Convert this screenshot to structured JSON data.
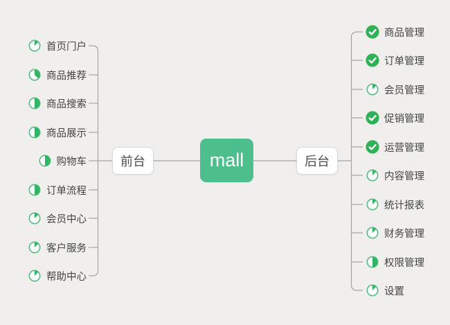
{
  "diagram_type": "mindmap",
  "root": {
    "label": "mall"
  },
  "branches": [
    {
      "id": "frontend",
      "label": "前台",
      "side": "left",
      "items": [
        {
          "label": "首页门户",
          "progress": "1/8"
        },
        {
          "label": "商品推荐",
          "progress": "3/8"
        },
        {
          "label": "商品搜索",
          "progress": "1/2"
        },
        {
          "label": "商品展示",
          "progress": "1/2"
        },
        {
          "label": "购物车",
          "progress": "1/2"
        },
        {
          "label": "订单流程",
          "progress": "1/2"
        },
        {
          "label": "会员中心",
          "progress": "1/8"
        },
        {
          "label": "客户服务",
          "progress": "1/8"
        },
        {
          "label": "帮助中心",
          "progress": "1/8"
        }
      ]
    },
    {
      "id": "backend",
      "label": "后台",
      "side": "right",
      "items": [
        {
          "label": "商品管理",
          "progress": "done"
        },
        {
          "label": "订单管理",
          "progress": "done"
        },
        {
          "label": "会员管理",
          "progress": "1/8"
        },
        {
          "label": "促销管理",
          "progress": "done"
        },
        {
          "label": "运营管理",
          "progress": "done"
        },
        {
          "label": "内容管理",
          "progress": "1/8"
        },
        {
          "label": "统计报表",
          "progress": "1/8"
        },
        {
          "label": "财务管理",
          "progress": "1/8"
        },
        {
          "label": "权限管理",
          "progress": "1/2"
        },
        {
          "label": "设置",
          "progress": "1/8"
        }
      ]
    }
  ],
  "icons": {
    "done": "check-complete-icon",
    "partial": "progress-pie-icon"
  },
  "colors": {
    "background": "#f0efed",
    "root_green": "#4dbf8d",
    "done_green": "#2eb157",
    "pie_green": "#31b463",
    "pie_ring": "#52bd7f",
    "line": "#a3a3a3",
    "node_border": "#d9d9d6",
    "node_bg": "#ffffff",
    "text": "#444444",
    "root_text": "#ffffff"
  }
}
